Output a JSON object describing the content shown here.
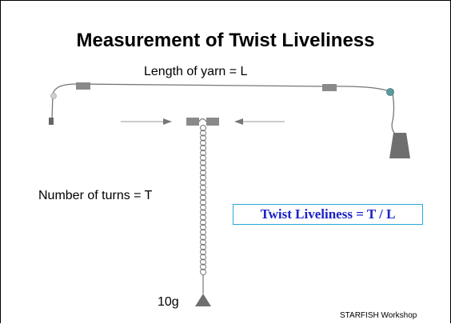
{
  "diagram": {
    "title": "Measurement of Twist Liveliness",
    "length_label": "Length of yarn = L",
    "turns_label": "Number of turns = T",
    "weight_label": "10g",
    "formula": "Twist Liveliness  =  T / L",
    "credit": "STARFISH Workshop"
  },
  "colors": {
    "yarn": "#777777",
    "clamp": "#8a8a8a",
    "weight": "#6f6f6f",
    "formula_text": "#1a22c8",
    "formula_border": "#2aa9d8",
    "end_bead": "#5c9aa0"
  }
}
